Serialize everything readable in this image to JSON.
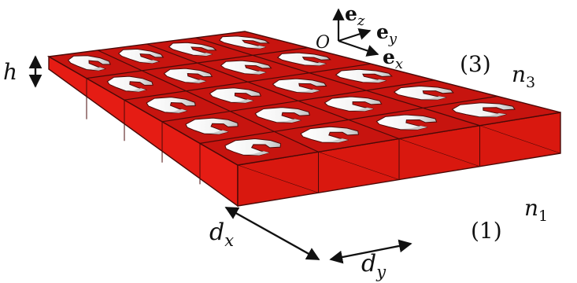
{
  "labels": {
    "h": "h",
    "ez_base": "e",
    "ez_sub": "z",
    "ey_base": "e",
    "ey_sub": "y",
    "ex_base": "e",
    "ex_sub": "x",
    "origin": "O",
    "region_top": "(3)",
    "n3_base": "n",
    "n3_sub": "3",
    "region_bottom": "(1)",
    "n1_base": "n",
    "n1_sub": "1",
    "dx_base": "d",
    "dx_sub": "x",
    "dy_base": "d",
    "dy_sub": "y"
  },
  "lattice": {
    "rows": 5,
    "cols": 4
  },
  "colors": {
    "top": "#c7140f",
    "top_edge": "#4a0a08",
    "side_left": "#e51c14",
    "side_front": "#d9180f",
    "hole": "#ffffff",
    "hole_shadow": "#c9c9c9",
    "ink": "#111111"
  }
}
